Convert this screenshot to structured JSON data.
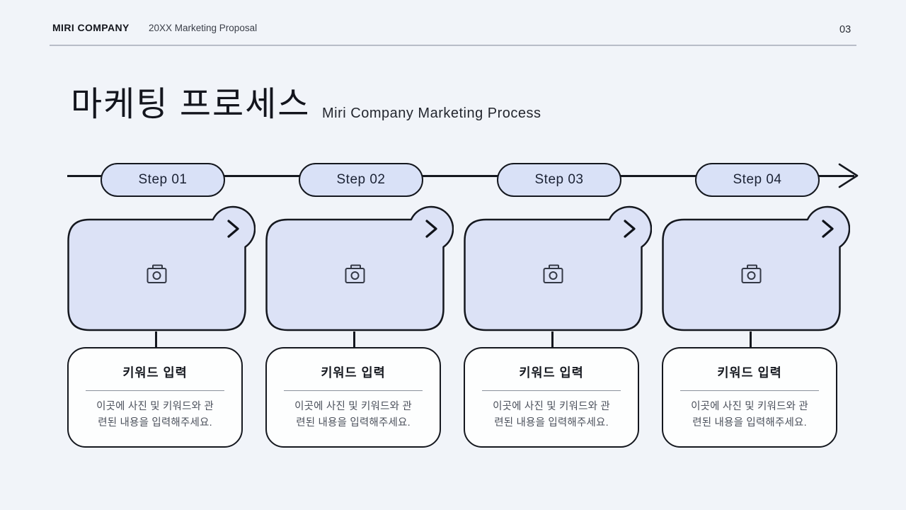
{
  "header": {
    "company": "MIRI COMPANY",
    "document": "20XX Marketing Proposal",
    "page": "03"
  },
  "title": {
    "main": "마케팅 프로세스",
    "subtitle": "Miri Company Marketing Process"
  },
  "steps": [
    {
      "label": "Step 01",
      "card_title": "키워드 입력",
      "body_line1": "이곳에 사진 및 키워드와 관",
      "body_line2": "련된 내용을 입력해주세요."
    },
    {
      "label": "Step 02",
      "card_title": "키워드 입력",
      "body_line1": "이곳에 사진 및 키워드와 관",
      "body_line2": "련된 내용을 입력해주세요."
    },
    {
      "label": "Step 03",
      "card_title": "키워드 입력",
      "body_line1": "이곳에 사진 및 키워드와 관",
      "body_line2": "련된 내용을 입력해주세요."
    },
    {
      "label": "Step 04",
      "card_title": "키워드 입력",
      "body_line1": "이곳에 사진 및 키워드와 관",
      "body_line2": "련된 내용을 입력해주세요."
    }
  ],
  "icons": {
    "camera": "camera-icon",
    "chevron_right": "chevron-right-icon",
    "arrow_right": "arrow-right-icon"
  },
  "colors": {
    "background": "#f1f4f9",
    "card_fill": "#dce2f6",
    "pill_fill": "#d9e1f7",
    "outline": "#15181f",
    "body_text": "#4c515c",
    "header_rule": "#b8bdc8"
  }
}
